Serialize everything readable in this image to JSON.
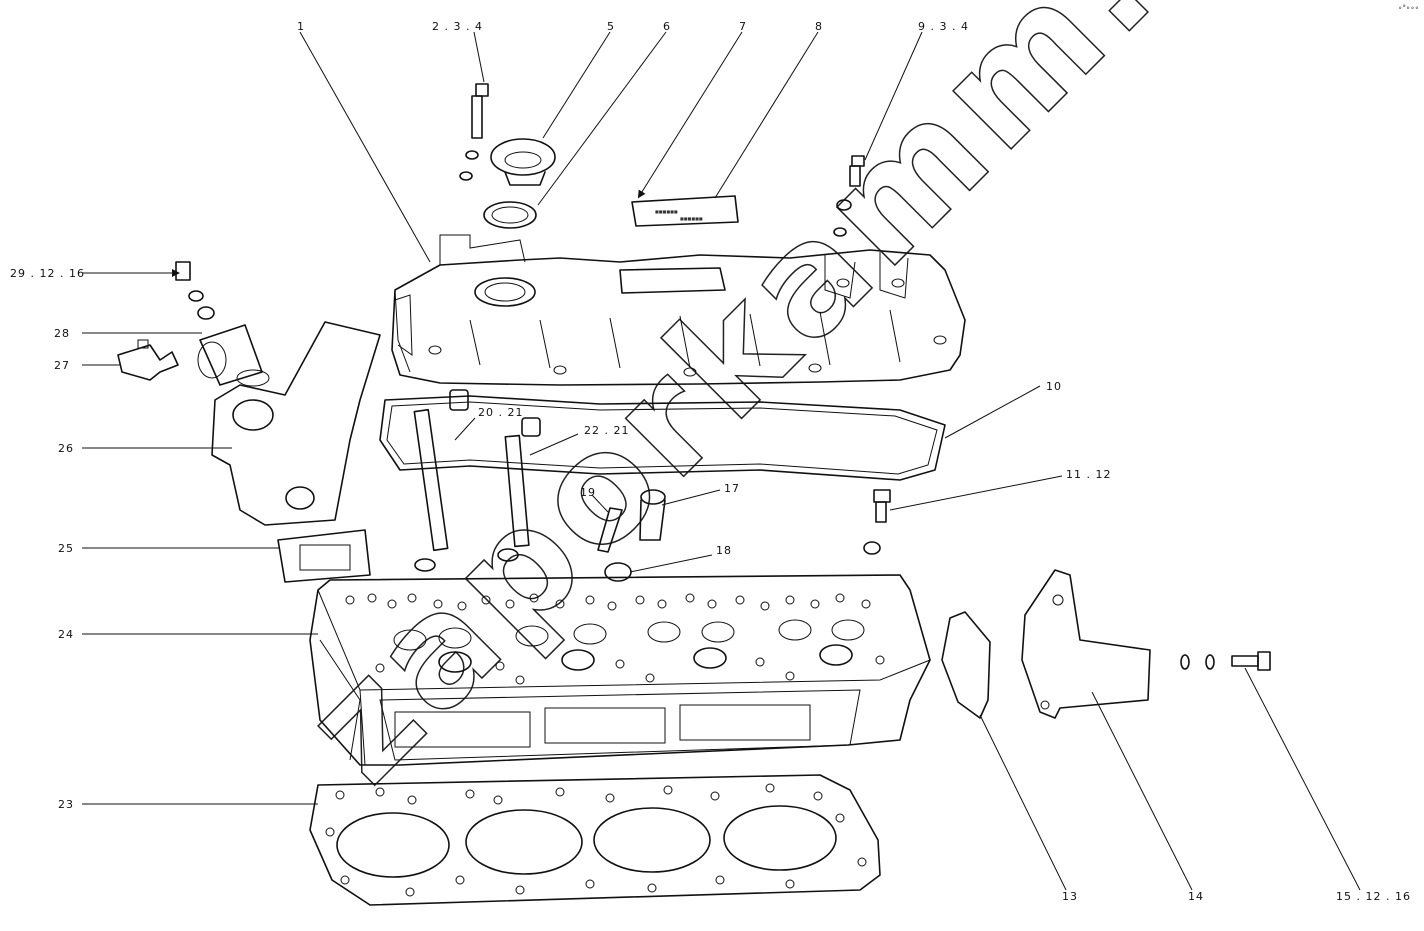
{
  "callouts": [
    "1",
    "2 . 3 . 4",
    "5",
    "6",
    "7",
    "8",
    "9 . 3 . 4",
    "10",
    "11 . 12",
    "13",
    "14",
    "15 . 12 . 16",
    "17",
    "18",
    "19",
    "20 . 21",
    "22 . 21",
    "23",
    "24",
    "25",
    "26",
    "27",
    "28",
    "29 . 12 . 16"
  ],
  "watermark": "zaporkamm.ru",
  "corner_mark": "∘°∘∘∘",
  "plate_text": [
    "■■■■■■",
    "■■■■■■"
  ]
}
